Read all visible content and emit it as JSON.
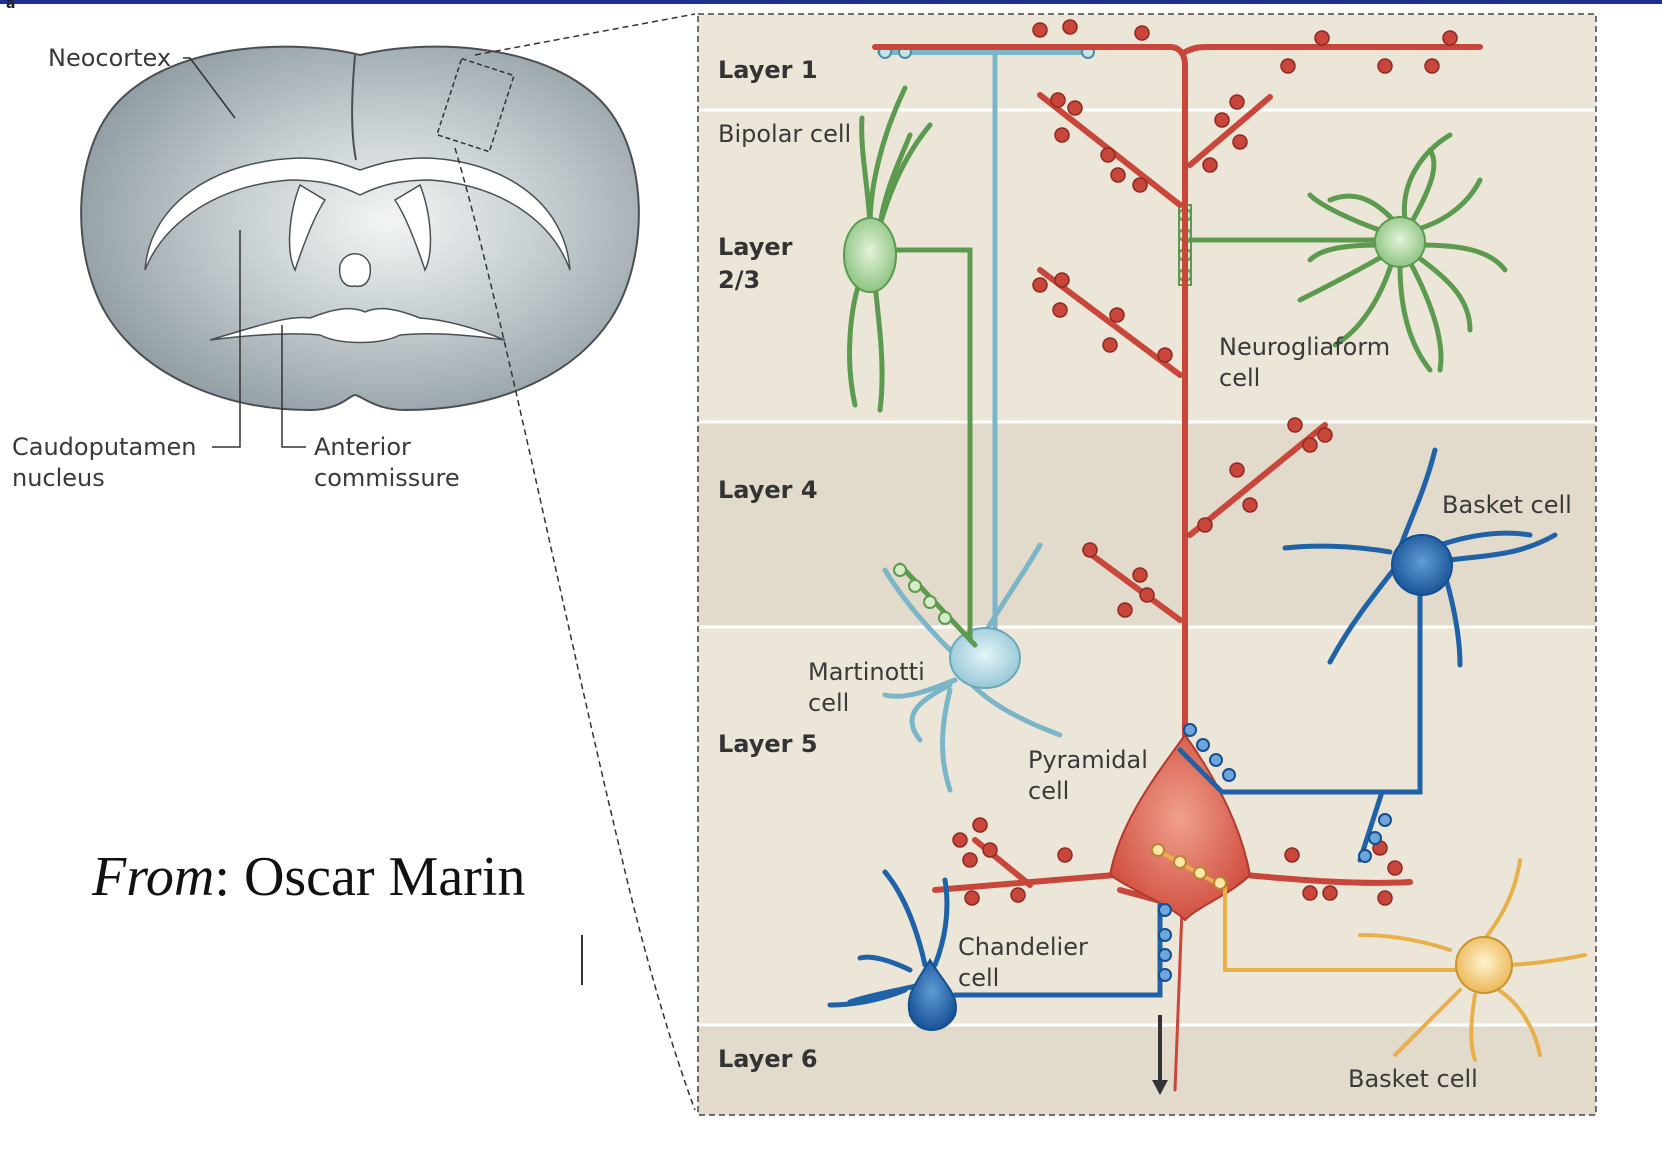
{
  "panel_letter": "a",
  "brain": {
    "labels": {
      "neocortex": "Neocortex",
      "caudoputamen_1": "Caudoputamen",
      "caudoputamen_2": "nucleus",
      "anterior_1": "Anterior",
      "anterior_2": "commissure"
    }
  },
  "credit": {
    "prefix": "From",
    "sep": ": ",
    "author": "Oscar Marin"
  },
  "layers": {
    "l1": "Layer 1",
    "l23a": "Layer",
    "l23b": "2/3",
    "l4": "Layer 4",
    "l5": "Layer 5",
    "l6": "Layer 6"
  },
  "cells": {
    "bipolar": "Bipolar cell",
    "neurogliaform_1": "Neurogliaform",
    "neurogliaform_2": "cell",
    "basket_top": "Basket cell",
    "martinotti_1": "Martinotti",
    "martinotti_2": "cell",
    "pyramidal_1": "Pyramidal",
    "pyramidal_2": "cell",
    "chandelier_1": "Chandelier",
    "chandelier_2": "cell",
    "basket_bottom": "Basket cell"
  },
  "colors": {
    "header_bar": "#1f2f8f",
    "panel_band_light": "#ede7d9",
    "panel_band_dark": "#e0d8c8",
    "pyramidal": "#c8463a",
    "bipolar": "#5c9a4f",
    "neurogliaform": "#5c9a4f",
    "martinotti": "#7ab6c8",
    "basket_blue": "#1f62a8",
    "chandelier": "#1f62a8",
    "basket_yellow": "#e8b04a",
    "brain_fill": "#9aa6ad",
    "brain_highlight": "#f4f6f6"
  }
}
